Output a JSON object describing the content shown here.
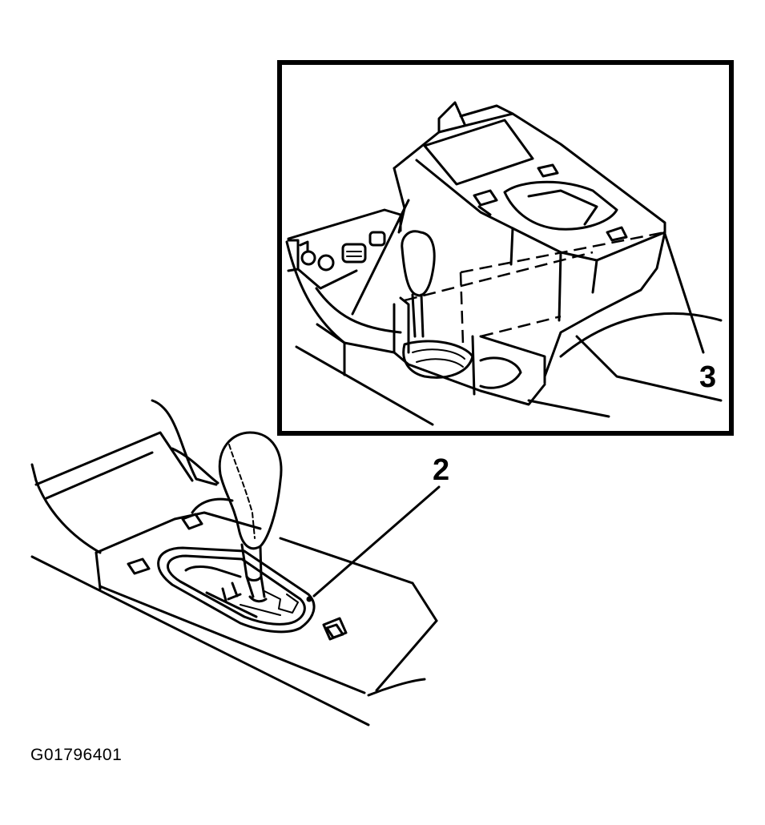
{
  "callouts": {
    "console_trim_panel": "3",
    "shifter_bezel": "2"
  },
  "figure_id": "G01796401"
}
